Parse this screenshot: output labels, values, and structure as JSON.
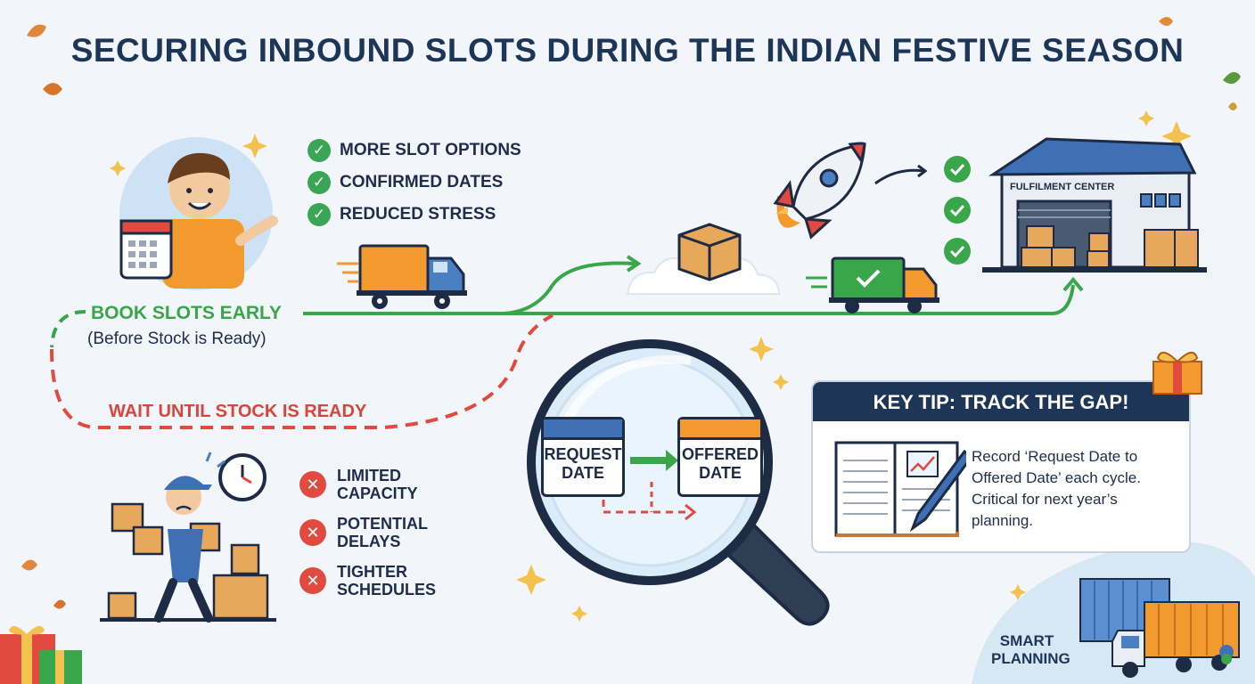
{
  "title": "SECURING INBOUND SLOTS DURING THE INDIAN FESTIVE SEASON",
  "benefits": [
    "MORE SLOT OPTIONS",
    "CONFIRMED DATES",
    "REDUCED STRESS"
  ],
  "early_path": {
    "label": "BOOK SLOTS EARLY",
    "sublabel": "(Before Stock is Ready)"
  },
  "late_path": {
    "label": "WAIT UNTIL STOCK IS READY"
  },
  "drawbacks": [
    "LIMITED CAPACITY",
    "POTENTIAL DELAYS",
    "TIGHTER SCHEDULES"
  ],
  "warehouse": {
    "sign": "FULFILMENT CENTER"
  },
  "magnifier": {
    "request": "REQUEST DATE",
    "offered": "OFFERED DATE"
  },
  "tip": {
    "heading": "KEY TIP: TRACK THE GAP!",
    "body": "Record ‘Request Date to Offered Date’ each cycle. Critical for next year’s planning."
  },
  "smart_planning": "SMART PLANNING",
  "icons": [
    "calendar-icon",
    "check-icon",
    "truck-icon",
    "rocket-icon",
    "box-icon",
    "warehouse-icon",
    "clock-icon",
    "x-icon",
    "magnifier-icon",
    "notebook-icon",
    "pen-icon",
    "gift-icon",
    "container-truck-icon",
    "leaf-icon",
    "sparkle-icon"
  ],
  "colors": {
    "good": "#3aa64a",
    "bad": "#e04a3f",
    "navy": "#1d3557",
    "box": "#e8a85c"
  }
}
